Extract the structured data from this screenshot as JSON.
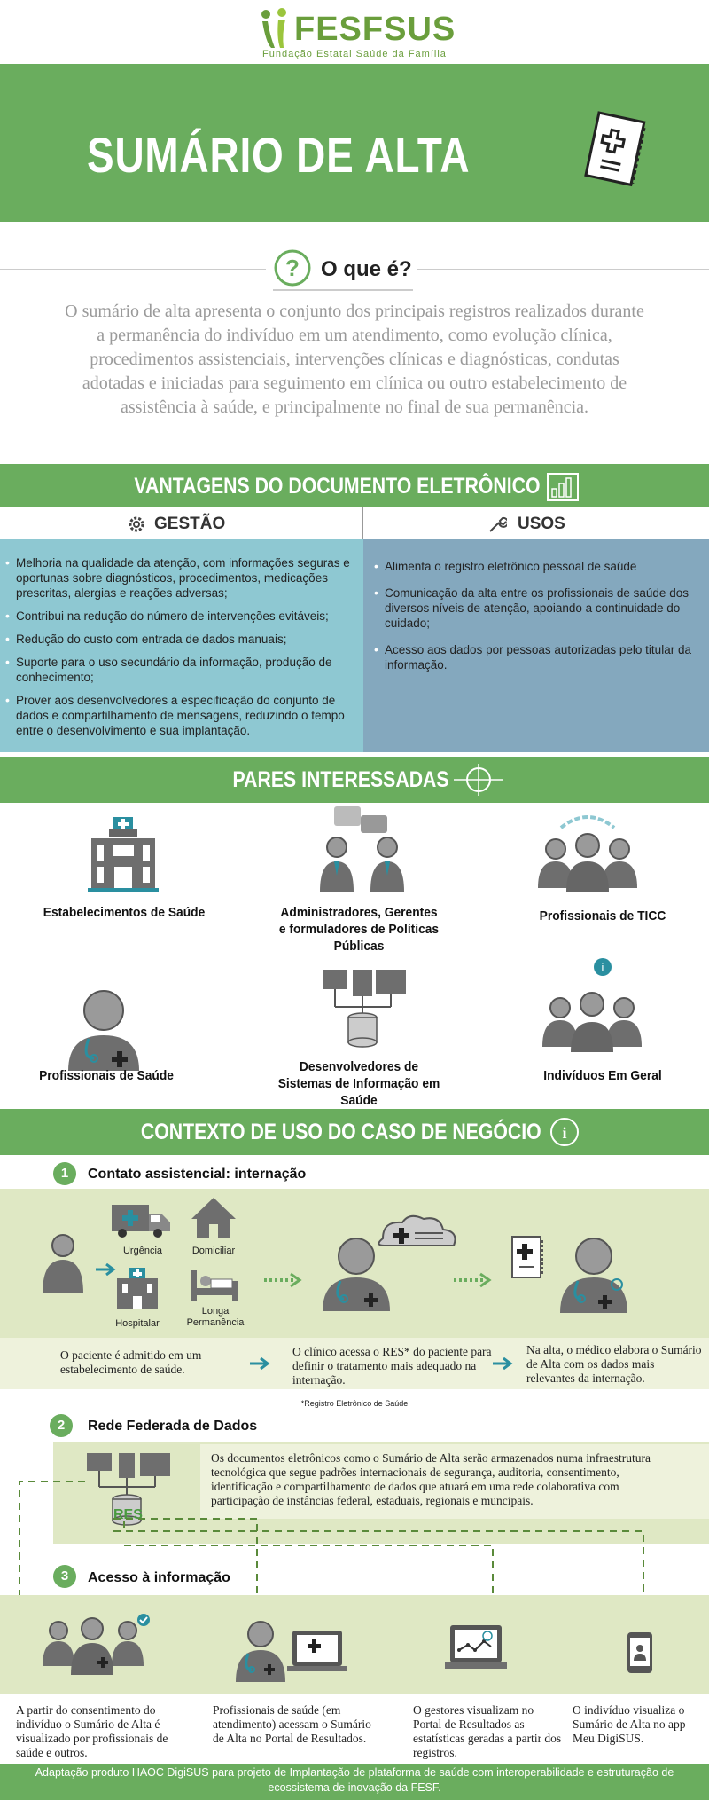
{
  "logo": {
    "brand": "FESFSUS",
    "subtitle": "Fundação Estatal Saúde da Família"
  },
  "hero": {
    "title": "SUMÁRIO DE ALTA"
  },
  "what": {
    "title": "O que é?",
    "text": "O sumário de alta apresenta o conjunto dos principais registros realizados durante a permanência do indivíduo em um atendimento, como evolução clínica, procedimentos assistenciais, intervenções clínicas e diagnósticas, condutas adotadas e iniciadas para seguimento em clínica ou outro estabelecimento de assistência à saúde, e principalmente no final de sua permanência."
  },
  "advantages": {
    "title": "VANTAGENS DO DOCUMENTO ELETRÔNICO",
    "management": {
      "title": "GESTÃO",
      "items": [
        "Melhoria na qualidade da atenção, com informações seguras e oportunas sobre diagnósticos, procedimentos, medicações prescritas, alergias e reações adversas;",
        "Contribui na redução do número de intervenções evitáveis;",
        "Redução do custo com entrada de dados manuais;",
        "Suporte para o uso secundário da informação, produção de conhecimento;",
        "Prover aos desenvolvedores a especificação do conjunto de dados e compartilhamento de mensagens, reduzindo o tempo entre o desenvolvimento e sua implantação."
      ]
    },
    "uses": {
      "title": "USOS",
      "items": [
        "Alimenta o registro eletrônico pessoal de saúde",
        "Comunicação da alta entre os profissionais de saúde dos diversos níveis de atenção, apoiando a continuidade do cuidado;",
        "Acesso aos dados por pessoas autorizadas pelo titular da informação."
      ]
    }
  },
  "stakeholders": {
    "title": "PARES INTERESSADAS",
    "items": [
      "Estabelecimentos de Saúde",
      "Administradores, Gerentes e formuladores de Políticas Públicas",
      "Profissionais de TICC",
      "Profissionais de Saúde",
      "Desenvolvedores de Sistemas de Informação em Saúde",
      "Indivíduos Em Geral"
    ]
  },
  "context": {
    "title": "CONTEXTO DE USO DO CASO DE NEGÓCIO",
    "step1": {
      "num": "1",
      "title": "Contato assistencial: internação",
      "places": [
        "Urgência",
        "Domiciliar",
        "Hospitalar",
        "Longa Permanência"
      ],
      "texts": [
        "O paciente é admitido em um estabelecimento de saúde.",
        "O clínico acessa o RES* do paciente para definir o tratamento mais adequado na internação.",
        "Na alta, o médico elabora o Sumário de Alta com os dados mais relevantes da internação."
      ],
      "footnote": "*Registro Eletrônico de Saúde"
    },
    "step2": {
      "num": "2",
      "title": "Rede Federada de Dados",
      "res_label": "RES",
      "text": "Os documentos eletrônicos como o Sumário de Alta serão armazenados numa infraestrutura tecnológica que segue padrões internacionais de segurança, auditoria, consentimento, identificação e compartilhamento de dados que atuará em uma rede colaborativa com participação de instâncias federal, estaduais, regionais e muncipais."
    },
    "step3": {
      "num": "3",
      "title": "Acesso à informação",
      "texts": [
        "A partir do consentimento do indivíduo o Sumário de Alta é visualizado por profissionais de saúde e outros.",
        "Profissionais de saúde (em atendimento) acessam o Sumário de Alta no Portal de Resultados.",
        "O gestores visualizam no Portal de Resultados as estatísticas geradas a partir dos registros.",
        "O indivíduo visualiza o Sumário de Alta no app Meu DigiSUS."
      ]
    }
  },
  "footer": {
    "text": "Adaptação produto HAOC DigiSUS para projeto de Implantação de plataforma de saúde com interoperabilidade e estruturação de ecossistema de inovação da FESF."
  },
  "colors": {
    "green": "#6aad5e",
    "teal": "#8ec8d2",
    "slate": "#84a8be",
    "pale_green": "#dfe8c4",
    "icon_gray": "#6e6e6e"
  }
}
